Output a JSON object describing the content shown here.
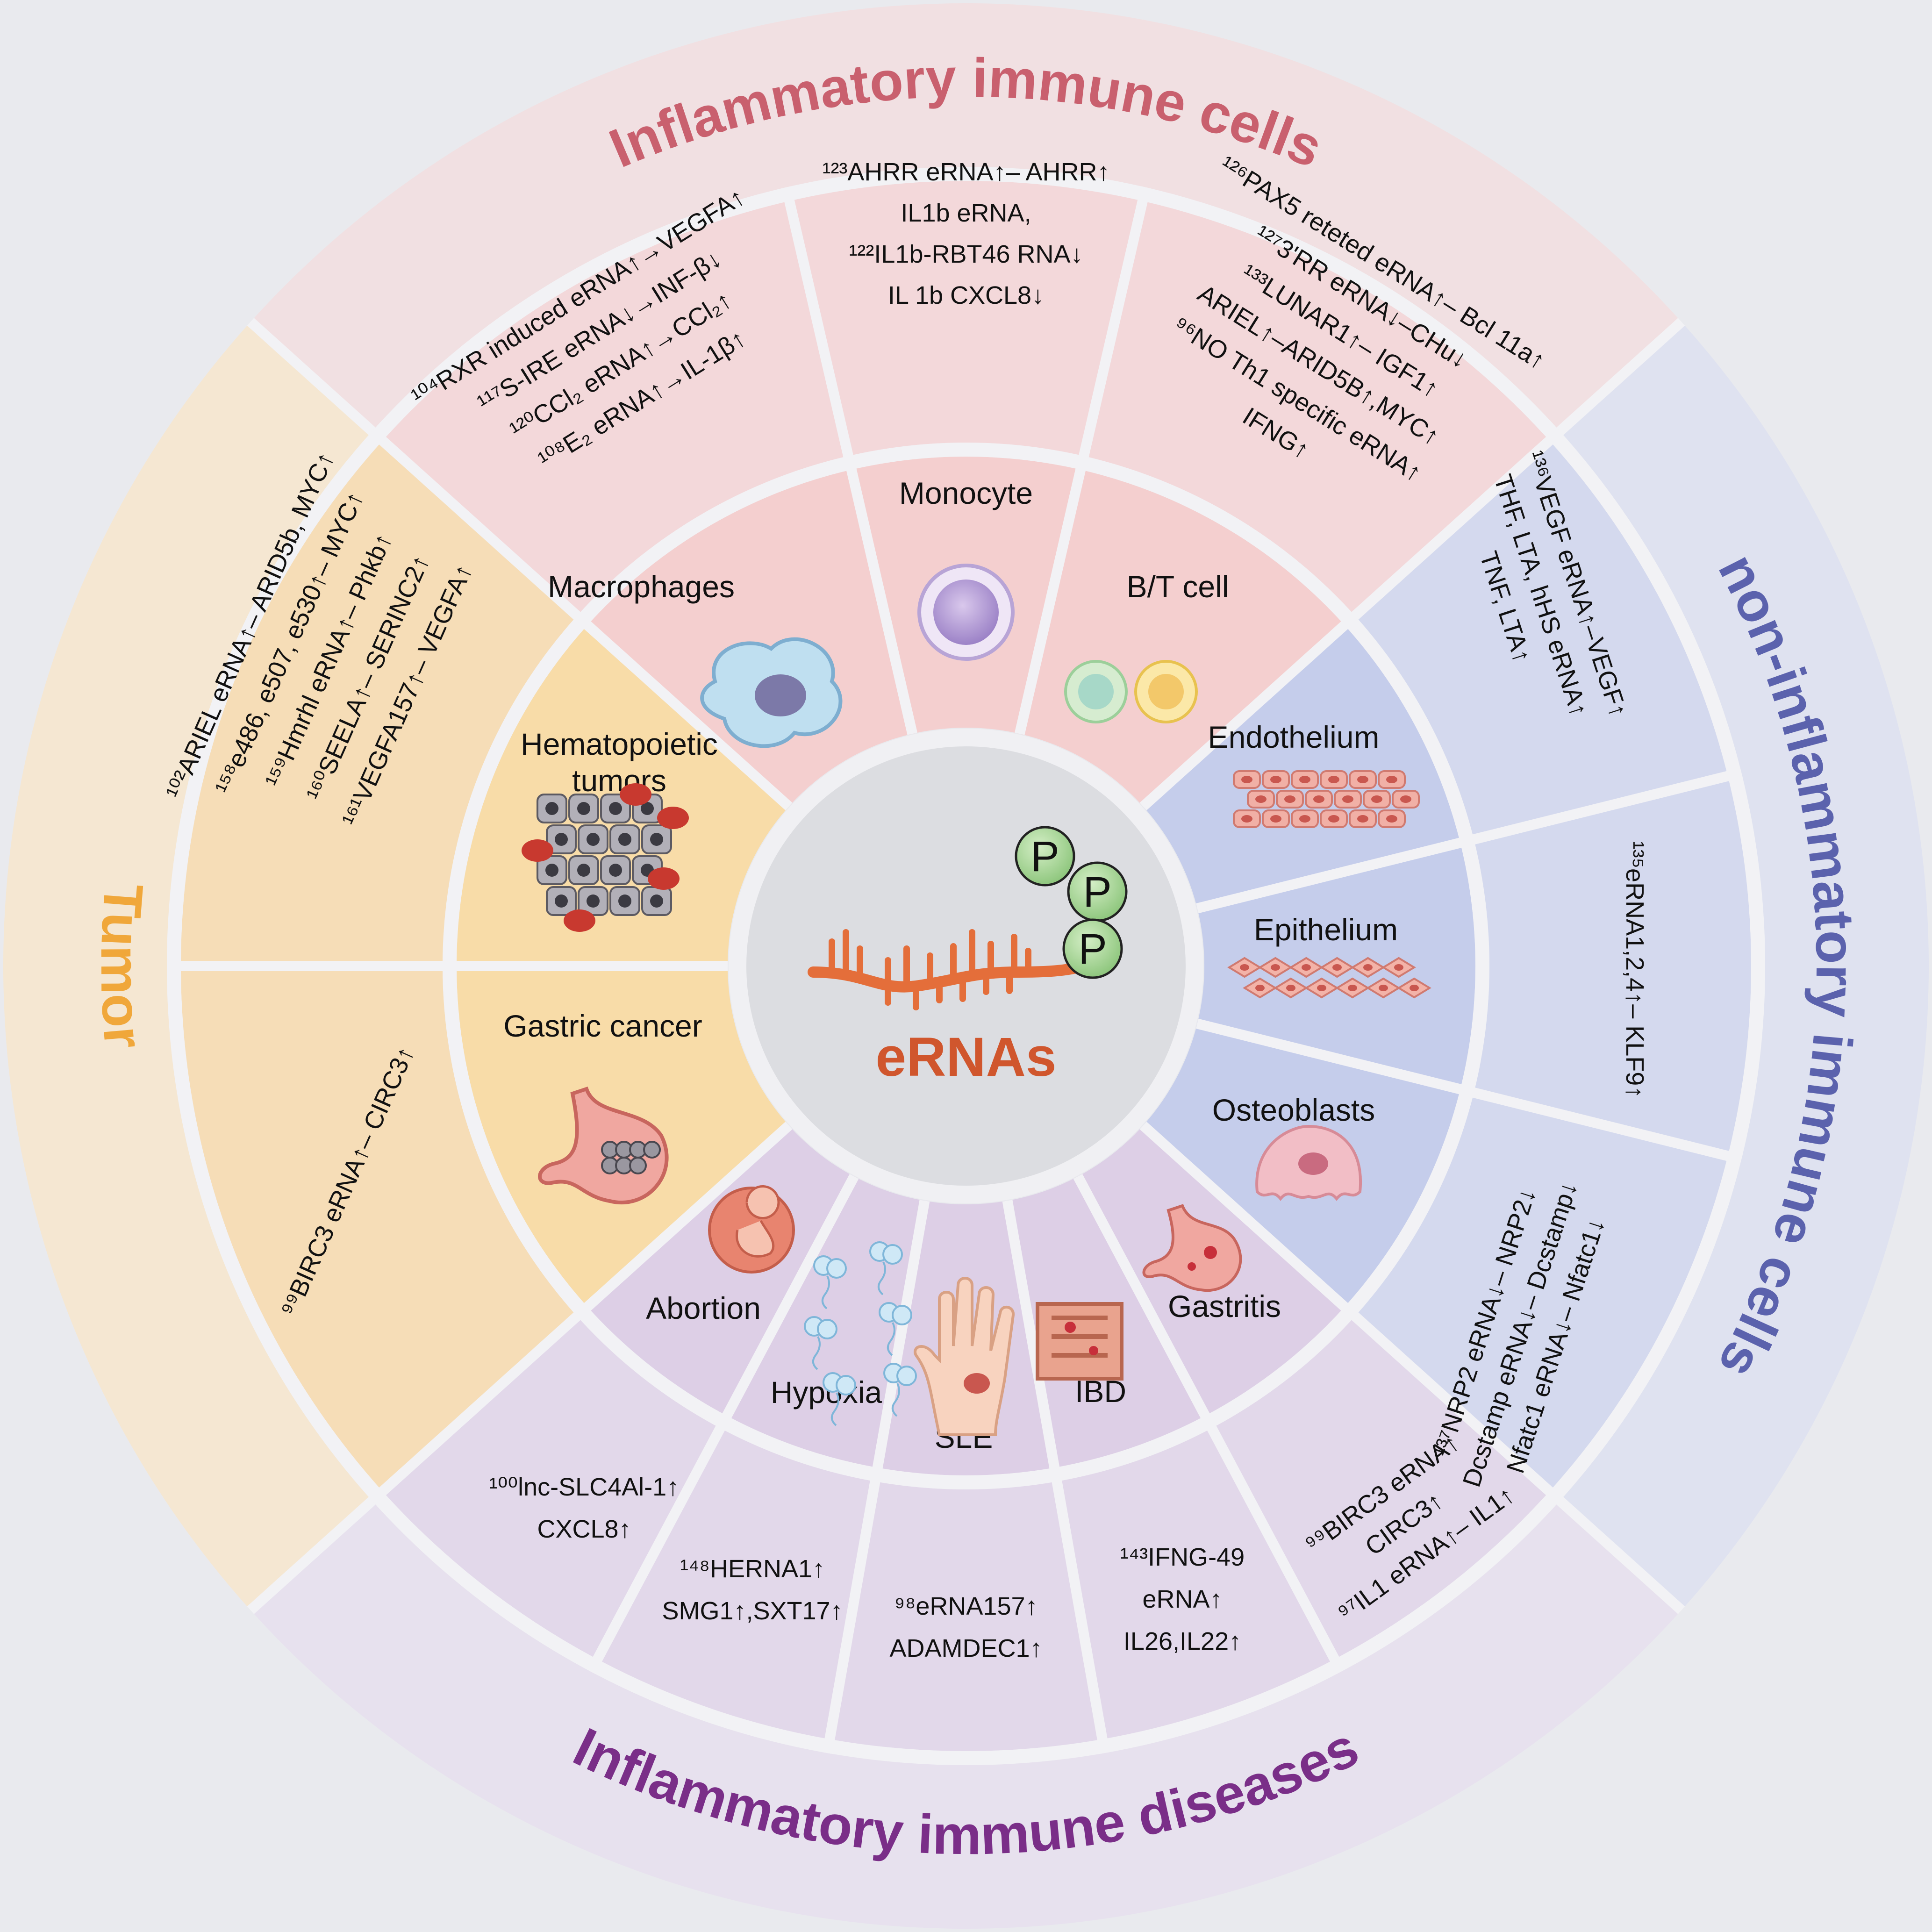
{
  "center": {
    "title": "eRNAs",
    "phosphate_label": "P"
  },
  "categories": [
    {
      "id": "inflammatory-immune-cells",
      "label": "Inflammatory immune cells",
      "color": "#c9606e"
    },
    {
      "id": "non-inflammatory-immune-cells",
      "label": "non-inflammatory immune cells",
      "color": "#5b62ad"
    },
    {
      "id": "inflammatory-immune-diseases",
      "label": "Inflammatory immune diseases",
      "color": "#7a2e88"
    },
    {
      "id": "tumor",
      "label": "Tumor",
      "color": "#f0a73a"
    }
  ],
  "sectors": [
    {
      "label": "Macrophages",
      "icon": "macrophage-icon",
      "notes": [
        "¹⁰⁴RXR induced eRNA↑→VEGFA↑",
        "¹¹⁷S-IRE eRNA↓→INF-β↓",
        "¹²⁰CCl₂ eRNA↑→CCl₂↑",
        "¹⁰⁸E₂ eRNA↑→IL-1β↑"
      ]
    },
    {
      "label": "Monocyte",
      "icon": "monocyte-icon",
      "notes": [
        "¹²³AHRR eRNA↑– AHRR↑",
        "IL1b eRNA,",
        "¹²²IL1b-RBT46 RNA↓",
        "IL 1b CXCL8↓"
      ]
    },
    {
      "label": "B/T cell",
      "icon": "lymphocyte-icon",
      "notes": [
        "¹²⁶PAX5 reteted eRNA↑– Bcl 11a↑",
        "¹²⁷3'RR eRNA↓–CHu↓",
        "¹³³LUNAR1↑– IGF1↑",
        "ARIEL↑–ARID5B↑,MYC↑",
        "⁹⁶NO Th1 specific eRNA↑",
        "IFNG↑"
      ]
    },
    {
      "label": "Endothelium",
      "icon": "endothelium-icon",
      "notes": [
        "¹³⁶VEGF eRNA↑–VEGF↑",
        "THF, LTA, hHS eRNA↑",
        "TNF, LTA↑"
      ]
    },
    {
      "label": "Epithelium",
      "icon": "epithelium-icon",
      "notes": [
        "¹³⁵eRNA1,2,4↑– KLF9↑"
      ]
    },
    {
      "label": "Osteoblasts",
      "icon": "osteoblast-icon",
      "notes": [
        "¹³⁷NRP2 eRNA↓– NRP2↓",
        "Dcstamp eRNA↓– Dcstamp↓",
        "Nfatc1 eRNA↓– Nfatc1↓"
      ]
    },
    {
      "label": "Gastritis",
      "icon": "stomach-icon",
      "notes": [
        "⁹⁹BIRC3 eRNA↑",
        "CIRC3↑",
        "⁹⁷IL1 eRNA↑– IL1↑"
      ]
    },
    {
      "label": "IBD",
      "icon": "intestine-icon",
      "notes": [
        "¹⁴³IFNG-49",
        "eRNA↑",
        "IL26,IL22↑"
      ]
    },
    {
      "label": "SLE",
      "icon": "hand-icon",
      "notes": [
        "⁹⁸eRNA157↑",
        "ADAMDEC1↑"
      ]
    },
    {
      "label": "Hypoxia",
      "icon": "bubbles-icon",
      "notes": [
        "¹⁴⁸HERNA1↑",
        "SMG1↑,SXT17↑"
      ]
    },
    {
      "label": "Abortion",
      "icon": "fetus-icon",
      "notes": [
        "¹⁰⁰lnc-SLC4Al-1↑",
        "CXCL8↑"
      ]
    },
    {
      "label": "Gastric cancer",
      "icon": "gastric-tumor-icon",
      "notes": [
        "⁹⁹BIRC3 eRNA↑– CIRC3↑"
      ]
    },
    {
      "label": "Hematopoietic tumors",
      "icon": "tumor-cells-icon",
      "notes": [
        "¹⁰²ARIEL eRNA↑– ARID5b, MYC↑",
        "¹⁵⁸e486, e507, e530↑– MYC↑",
        "¹⁵⁹Hmrhl eRNA↑– Phkb↑",
        "¹⁶⁰SEELA↑– SERINC2↑",
        "¹⁶¹VEGFA157↑– VEGFA↑"
      ]
    }
  ]
}
